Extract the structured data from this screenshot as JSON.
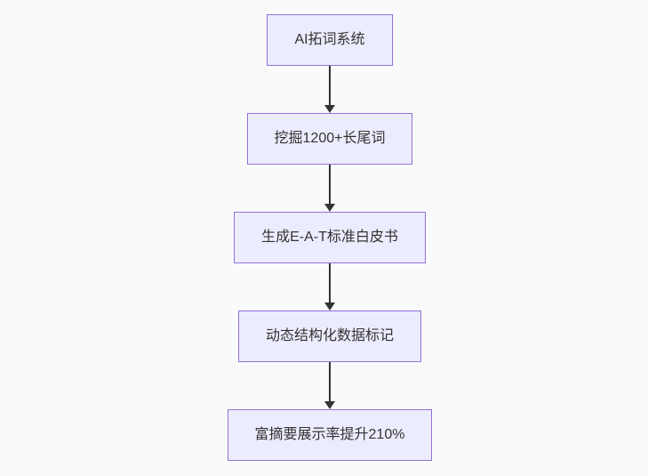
{
  "flowchart": {
    "type": "flowchart",
    "direction": "top-down",
    "nodes": [
      {
        "id": "node-1",
        "label": "AI拓词系统"
      },
      {
        "id": "node-2",
        "label": "挖掘1200+长尾词"
      },
      {
        "id": "node-3",
        "label": "生成E-A-T标准白皮书"
      },
      {
        "id": "node-4",
        "label": "动态结构化数据标记"
      },
      {
        "id": "node-5",
        "label": "富摘要展示率提升210%"
      }
    ],
    "edges": [
      {
        "from": "node-1",
        "to": "node-2",
        "style": "arrow"
      },
      {
        "from": "node-2",
        "to": "node-3",
        "style": "arrow"
      },
      {
        "from": "node-3",
        "to": "node-4",
        "style": "arrow"
      },
      {
        "from": "node-4",
        "to": "node-5",
        "style": "arrow"
      }
    ]
  },
  "theme": {
    "background": "#fafafa",
    "node_fill": "#ececff",
    "node_border": "#9370db",
    "node_text": "#333333",
    "arrow_color": "#333333"
  }
}
